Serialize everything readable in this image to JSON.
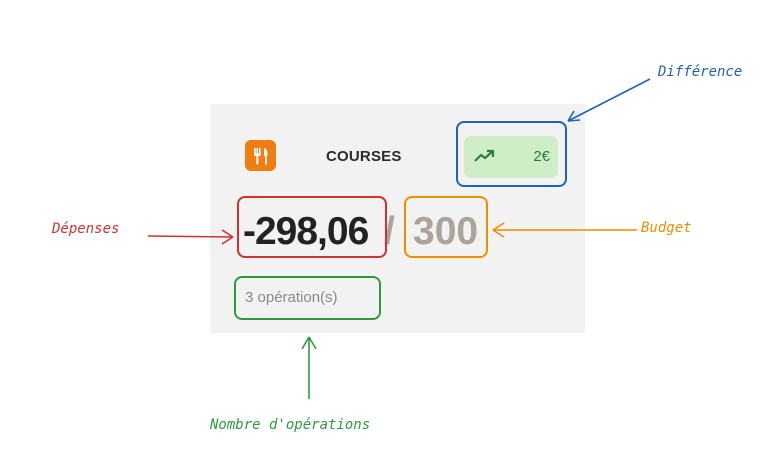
{
  "card": {
    "category": "COURSES",
    "category_icon": "fork-knife-icon",
    "difference": "2€",
    "trend_icon": "trending-up-icon",
    "spent": "-298,06",
    "separator": "/",
    "budget": "300",
    "operations": "3 opération(s)"
  },
  "annotations": {
    "difference": "Différence",
    "spent": "Dépenses",
    "budget": "Budget",
    "operations": "Nombre d'opérations"
  },
  "colors": {
    "category_icon_bg": "#f07d12",
    "diff_pill_bg": "#cfeec8",
    "diff_text": "#2f7d3a",
    "annotation_blue": "#2262b5",
    "annotation_red": "#d33030",
    "annotation_orange": "#f08c00",
    "annotation_green": "#2e9a3f"
  }
}
